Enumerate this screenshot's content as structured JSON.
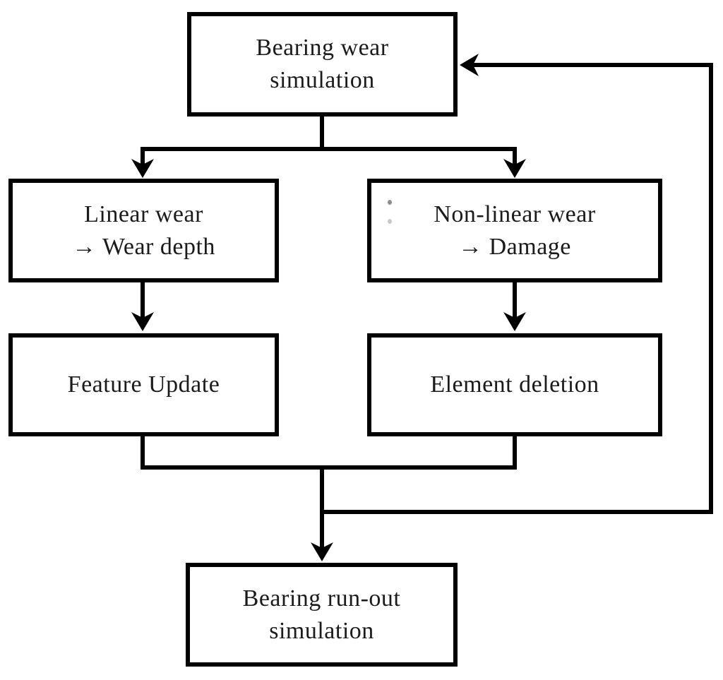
{
  "figure": {
    "type": "flowchart",
    "background_color": "#ffffff",
    "line_color": "#000000",
    "text_color": "#1b1b1b"
  },
  "nodes": {
    "bearing_wear_simulation": {
      "line1": "Bearing wear",
      "line2": "simulation"
    },
    "linear_wear": {
      "line1": "Linear wear",
      "line2": "→ Wear depth"
    },
    "non_linear_wear": {
      "line1": "Non-linear wear",
      "line2": "→ Damage"
    },
    "feature_update": {
      "line1": "Feature Update",
      "line2": ""
    },
    "element_deletion": {
      "line1": "Element deletion",
      "line2": ""
    },
    "bearing_run_out_simulation": {
      "line1": "Bearing run-out",
      "line2": "simulation"
    }
  },
  "edges": [
    "bearing_wear_simulation -> linear_wear",
    "bearing_wear_simulation -> non_linear_wear",
    "linear_wear -> feature_update",
    "non_linear_wear -> element_deletion",
    "feature_update -> bearing_run_out_simulation",
    "element_deletion -> bearing_run_out_simulation",
    "merge_junction -> bearing_wear_simulation (feedback loop)"
  ]
}
